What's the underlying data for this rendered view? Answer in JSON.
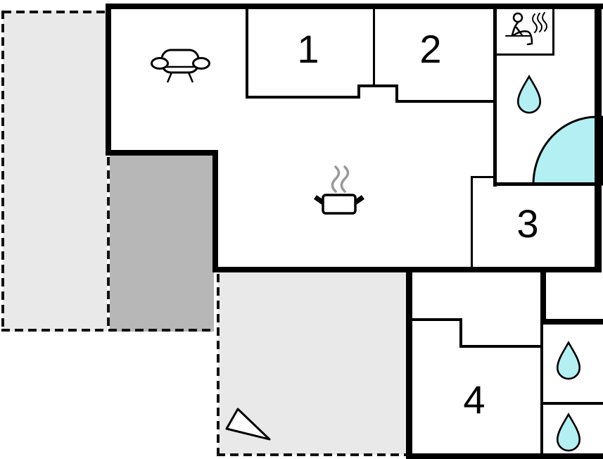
{
  "plan": {
    "type": "floor-plan",
    "rooms": {
      "room1": {
        "label": "1"
      },
      "room2": {
        "label": "2"
      },
      "room3": {
        "label": "3"
      },
      "room4": {
        "label": "4"
      }
    },
    "areas": {
      "terrace_left": "open-terrace-dashed",
      "terrace_back": "covered-terrace-dashed",
      "terrace_front": "front-terrace-dashed"
    },
    "icons": {
      "sofa": "sofa-icon",
      "cooking_pot": "cooking-pot-icon",
      "sauna": "sauna-person-icon",
      "water_drop": "water-drop-icon",
      "corner_bath": "corner-bathtub-icon",
      "triangle": "direction-triangle-icon"
    },
    "colors": {
      "wall": "#000000",
      "terrace_light": "#e9e9e9",
      "terrace_dark": "#b7b7b7",
      "water_accent": "#b4f0f3",
      "steam": "#999999",
      "dash": "#111111"
    }
  }
}
